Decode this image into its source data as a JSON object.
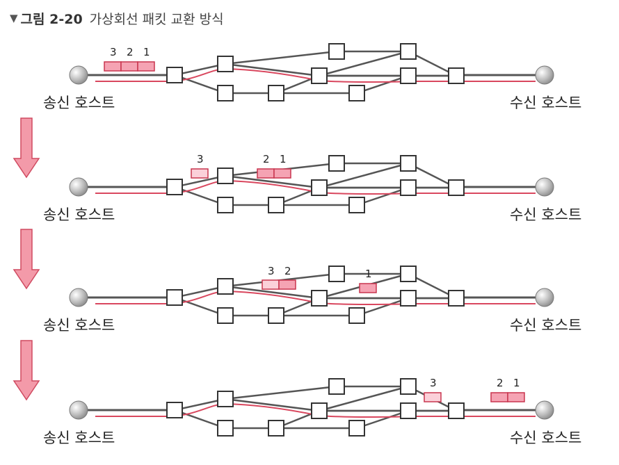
{
  "title": {
    "marker": "▼",
    "number": "그림 2-20",
    "text": "가상회선 패킷 교환 방식"
  },
  "labels": {
    "sender": "송신 호스트",
    "receiver": "수신 호스트"
  },
  "colors": {
    "link": "#555555",
    "virtual_circuit": "#d9475e",
    "packet_fill": "#f5a3b3",
    "packet_fill_light": "#fbd0d9",
    "packet_stroke": "#c8354e",
    "arrow_fill": "#f39aa9",
    "arrow_stroke": "#d04a60",
    "host_fill": "#cfcfcf"
  },
  "stages": [
    {
      "stage": 1,
      "groups": [
        {
          "packets": [
            "3",
            "2",
            "1"
          ],
          "position": "between sender and first node"
        }
      ]
    },
    {
      "stage": 2,
      "groups": [
        {
          "packets": [
            "3"
          ],
          "position": "near upper-left node"
        },
        {
          "packets": [
            "2",
            "1"
          ],
          "position": "upper path"
        }
      ]
    },
    {
      "stage": 3,
      "groups": [
        {
          "packets": [
            "3",
            "2"
          ],
          "position": "upper path"
        },
        {
          "packets": [
            "1"
          ],
          "position": "upper-right area"
        }
      ]
    },
    {
      "stage": 4,
      "groups": [
        {
          "packets": [
            "3"
          ],
          "position": "near last node"
        },
        {
          "packets": [
            "2",
            "1"
          ],
          "position": "near receiver"
        }
      ]
    }
  ]
}
